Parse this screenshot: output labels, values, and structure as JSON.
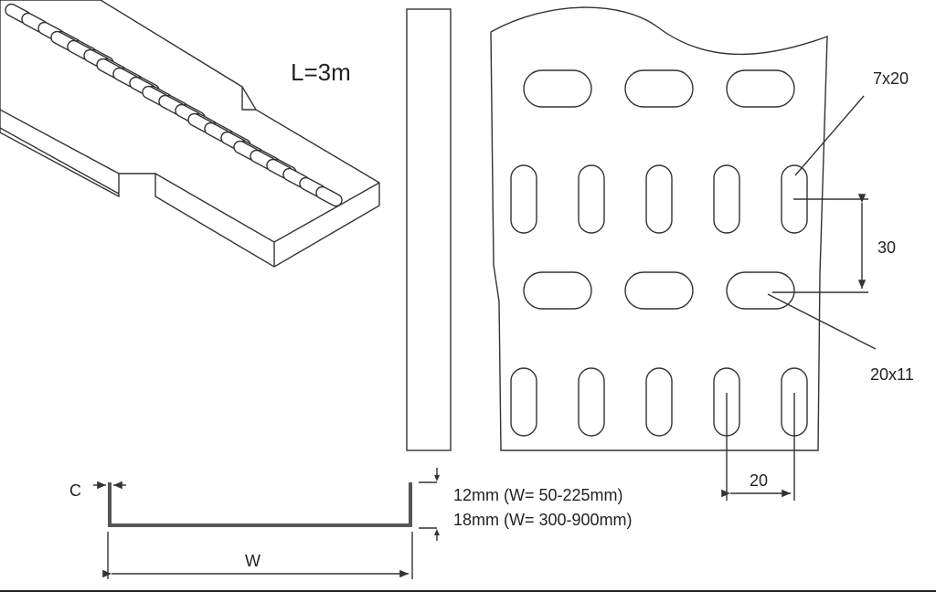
{
  "labels": {
    "length": "L=3m",
    "slot_vertical": "7x20",
    "pitch_vertical": "30",
    "slot_horizontal": "20x11",
    "pitch_horizontal": "20",
    "thickness": "C",
    "width": "W",
    "height_small": "12mm (W= 50-225mm)",
    "height_large": "18mm (W= 300-900mm)"
  }
}
